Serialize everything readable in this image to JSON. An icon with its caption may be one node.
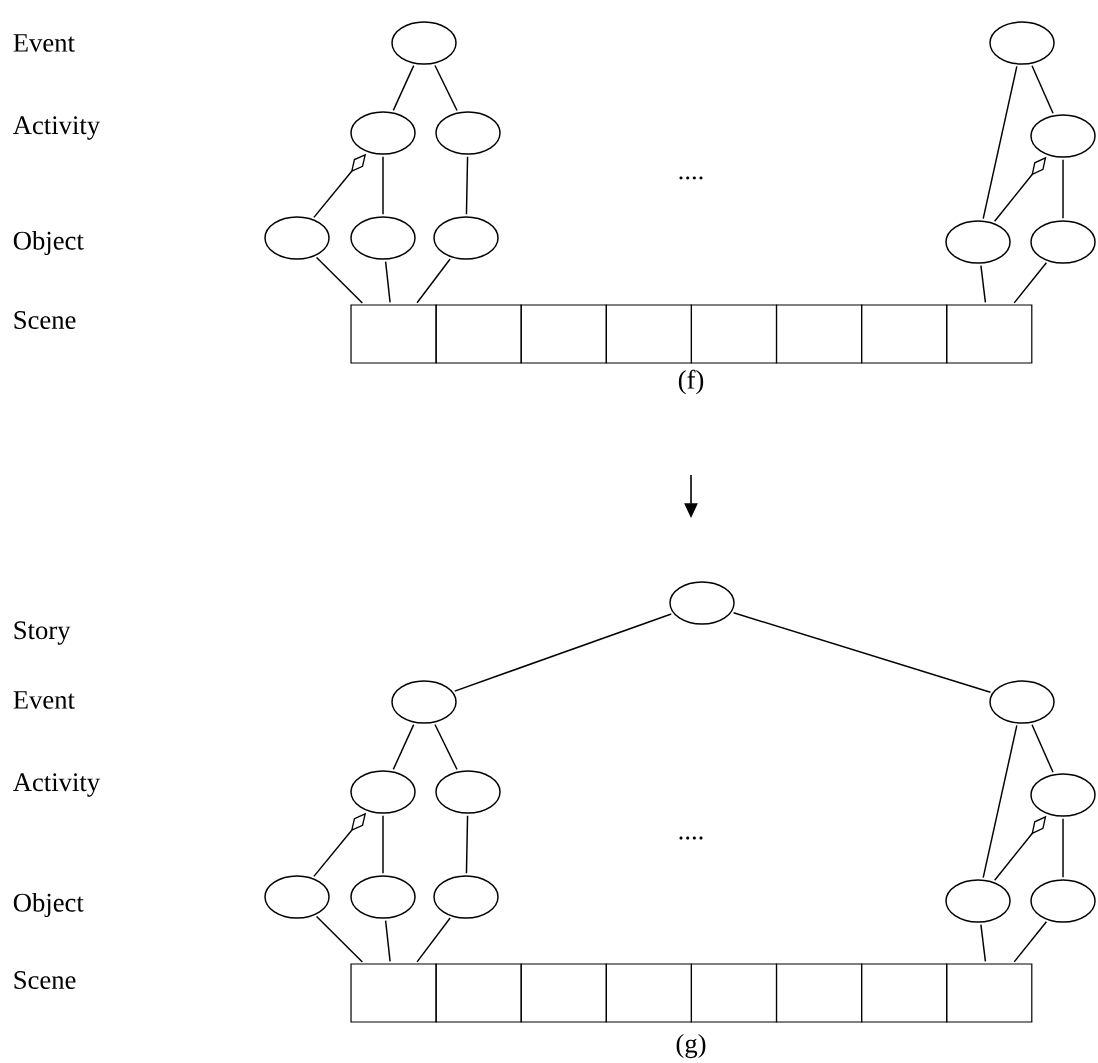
{
  "diagram": {
    "nodes": [
      {
        "text": [],
        "shape": "ellipse"
      },
      {
        "text": [],
        "shape": "ellipse"
      },
      {
        "text": [],
        "shape": "ellipse"
      },
      {
        "text": [],
        "shape": "ellipse"
      },
      {
        "text": [],
        "shape": "ellipse"
      },
      {
        "text": [],
        "shape": "ellipse"
      },
      {
        "text": [],
        "shape": "ellipse"
      },
      {
        "text": [],
        "shape": "ellipse"
      },
      {
        "text": [],
        "shape": "ellipse"
      },
      {
        "text": [],
        "shape": "ellipse"
      },
      {
        "text": [],
        "shape": "box"
      },
      {
        "text": [],
        "shape": "box"
      },
      {
        "text": [],
        "shape": "box"
      },
      {
        "text": [],
        "shape": "box"
      },
      {
        "text": [],
        "shape": "box"
      },
      {
        "text": [],
        "shape": "box"
      },
      {
        "text": [],
        "shape": "box"
      },
      {
        "text": [],
        "shape": "box"
      },
      {
        "text": [],
        "shape": "ellipse"
      },
      {
        "text": [],
        "shape": "ellipse"
      },
      {
        "text": [],
        "shape": "ellipse"
      },
      {
        "text": [],
        "shape": "ellipse"
      },
      {
        "text": [],
        "shape": "ellipse"
      },
      {
        "text": [],
        "shape": "ellipse"
      },
      {
        "text": [],
        "shape": "ellipse"
      },
      {
        "text": [],
        "shape": "ellipse"
      },
      {
        "text": [],
        "shape": "ellipse"
      },
      {
        "text": [],
        "shape": "ellipse"
      },
      {
        "text": [],
        "shape": "ellipse"
      },
      {
        "text": [],
        "shape": "box"
      },
      {
        "text": [],
        "shape": "box"
      },
      {
        "text": [],
        "shape": "box"
      },
      {
        "text": [],
        "shape": "box"
      },
      {
        "text": [],
        "shape": "box"
      },
      {
        "text": [],
        "shape": "box"
      },
      {
        "text": [],
        "shape": "box"
      },
      {
        "text": [],
        "shape": "box"
      }
    ],
    "edges": [
      {
        "from": 0,
        "to": 2,
        "arrow": "none"
      },
      {
        "from": 0,
        "to": 3,
        "arrow": "none"
      },
      {
        "from": 1,
        "to": 8,
        "arrow": "none"
      },
      {
        "from": 1,
        "to": 4,
        "arrow": "none"
      },
      {
        "from": 2,
        "to": 5,
        "arrow": "other"
      },
      {
        "from": 2,
        "to": 6,
        "arrow": "none"
      },
      {
        "from": 3,
        "to": 7,
        "arrow": "none"
      },
      {
        "from": 4,
        "to": 8,
        "arrow": "other"
      },
      {
        "from": 4,
        "to": 9,
        "arrow": "none"
      },
      {
        "from": 5,
        "to": 10,
        "arrow": "none"
      },
      {
        "from": 6,
        "to": 10,
        "arrow": "none"
      },
      {
        "from": 7,
        "to": 10,
        "arrow": "none"
      },
      {
        "from": 8,
        "to": 17,
        "arrow": "none"
      },
      {
        "from": 9,
        "to": 17,
        "arrow": "none"
      },
      {
        "from": 18,
        "to": 19,
        "arrow": "none"
      },
      {
        "from": 18,
        "to": 20,
        "arrow": "none"
      },
      {
        "from": 19,
        "to": 21,
        "arrow": "none"
      },
      {
        "from": 19,
        "to": 22,
        "arrow": "none"
      },
      {
        "from": 20,
        "to": 27,
        "arrow": "none"
      },
      {
        "from": 20,
        "to": 23,
        "arrow": "none"
      },
      {
        "from": 21,
        "to": 24,
        "arrow": "other"
      },
      {
        "from": 21,
        "to": 25,
        "arrow": "none"
      },
      {
        "from": 22,
        "to": 26,
        "arrow": "none"
      },
      {
        "from": 23,
        "to": 27,
        "arrow": "other"
      },
      {
        "from": 23,
        "to": 28,
        "arrow": "none"
      },
      {
        "from": 24,
        "to": 29,
        "arrow": "none"
      },
      {
        "from": 25,
        "to": 29,
        "arrow": "none"
      },
      {
        "from": 26,
        "to": 29,
        "arrow": "none"
      },
      {
        "from": 27,
        "to": 36,
        "arrow": "none"
      },
      {
        "from": 28,
        "to": 36,
        "arrow": "none"
      }
    ],
    "labels": [
      "Event",
      "Activity",
      "....",
      "Object",
      "Scene",
      "(f)",
      "Story",
      "Event",
      "Activity",
      "....",
      "Object",
      "Scene",
      "(g)"
    ]
  }
}
